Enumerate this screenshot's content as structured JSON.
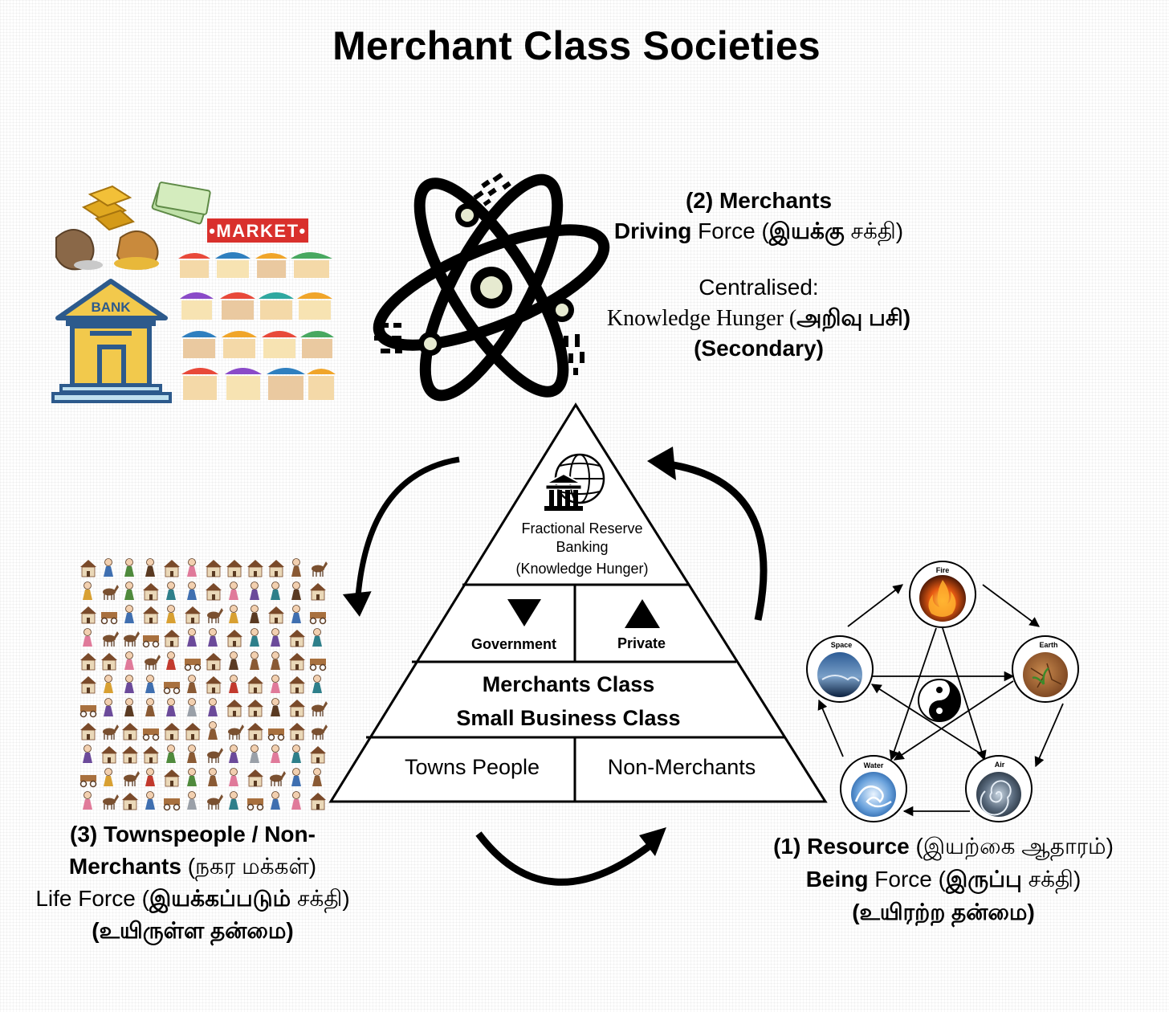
{
  "title": "Merchant Class Societies",
  "merchants": {
    "heading": "(2) Merchants",
    "force_bold": "Driving",
    "force_rest": " Force (",
    "force_tamil": "இயக்கு",
    "force_tail": " சக்தி)",
    "centralised": "Centralised:",
    "hunger_en": "Knowledge Hunger (",
    "hunger_ta": "அறிவு பசி)",
    "secondary": "(Secondary)"
  },
  "resource": {
    "heading": "(1) Resource",
    "heading_ta": " (இயற்கை ஆதாரம்)",
    "force_bold": "Being",
    "force_rest": " Force (",
    "force_tamil": "இருப்பு",
    "force_tail": " சக்தி)",
    "nature": "(உயிரற்ற தன்மை)"
  },
  "townspeople": {
    "heading": "(3) Townspeople / Non-",
    "heading2": "Merchants",
    "heading2_ta": " (நகர மக்கள்)",
    "force_bold": "Life",
    "force_rest": " Force (",
    "force_tamil": "இயக்கப்படும்",
    "force_tail": " சக்தி)",
    "nature": "(உயிருள்ள தன்மை)"
  },
  "pyramid": {
    "top_line1": "Fractional Reserve",
    "top_line2": "Banking",
    "top_line3": "(Knowledge Hunger)",
    "government": "Government",
    "private": "Private",
    "merchants_class": "Merchants Class",
    "small_business": "Small Business Class",
    "towns_people": "Towns People",
    "non_merchants": "Non-Merchants"
  },
  "market_image": {
    "bank_label": "BANK",
    "market_label": "•MARKET•"
  },
  "elements": {
    "fire": "Fire",
    "earth": "Earth",
    "air": "Air",
    "water": "Water",
    "space": "Space"
  },
  "colors": {
    "bank_yellow": "#f2c94c",
    "bank_blue": "#2d5a8c",
    "market_red": "#d9302c",
    "fire": "#d04a14",
    "earth": "#9c5a2a",
    "water": "#4a86c8",
    "air": "#3a4a5c",
    "space": "#1e3e6e"
  }
}
